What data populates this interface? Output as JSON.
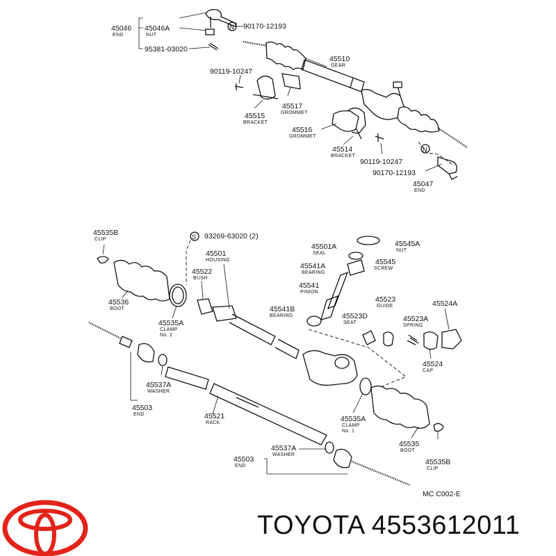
{
  "callouts": [
    {
      "id": "c1",
      "number": "45046",
      "desc": "END"
    },
    {
      "id": "c2",
      "number": "45046A",
      "desc": "NUT"
    },
    {
      "id": "c3",
      "number": "90170-12193",
      "desc": ""
    },
    {
      "id": "c4",
      "number": "95381-03020",
      "desc": ""
    },
    {
      "id": "c5",
      "number": "45510",
      "desc": "GEAR"
    },
    {
      "id": "c6",
      "number": "90119-10247",
      "desc": ""
    },
    {
      "id": "c7",
      "number": "45517",
      "desc": "GROMMET"
    },
    {
      "id": "c8",
      "number": "45515",
      "desc": "BRACKET"
    },
    {
      "id": "c9",
      "number": "45516",
      "desc": "GROMMET"
    },
    {
      "id": "c10",
      "number": "45514",
      "desc": "BRACKET"
    },
    {
      "id": "c11",
      "number": "90119-10247",
      "desc": ""
    },
    {
      "id": "c12",
      "number": "90170-12193",
      "desc": ""
    },
    {
      "id": "c13",
      "number": "45047",
      "desc": "END"
    },
    {
      "id": "c14",
      "number": "45535B",
      "desc": "CLIP"
    },
    {
      "id": "c15",
      "number": "93269-63020 (2)",
      "desc": ""
    },
    {
      "id": "c16",
      "number": "45501",
      "desc": "HOUSING"
    },
    {
      "id": "c17",
      "number": "45522",
      "desc": "BUSH"
    },
    {
      "id": "c18",
      "number": "45536",
      "desc": "BOOT"
    },
    {
      "id": "c19",
      "number": "45535A",
      "desc": "CLAMP",
      "desc2": "No. 2"
    },
    {
      "id": "c20",
      "number": "45501A",
      "desc": "SEAL"
    },
    {
      "id": "c21",
      "number": "45545A",
      "desc": "NUT"
    },
    {
      "id": "c22",
      "number": "45541A",
      "desc": "BEARING"
    },
    {
      "id": "c23",
      "number": "45545",
      "desc": "SCREW"
    },
    {
      "id": "c24",
      "number": "45541",
      "desc": "PINION"
    },
    {
      "id": "c25",
      "number": "45541B",
      "desc": "BEARING"
    },
    {
      "id": "c26",
      "number": "45523",
      "desc": "GUIDE"
    },
    {
      "id": "c27",
      "number": "45524A",
      "desc": ""
    },
    {
      "id": "c28",
      "number": "45523D",
      "desc": "SEAT"
    },
    {
      "id": "c29",
      "number": "45523A",
      "desc": "SPRING"
    },
    {
      "id": "c30",
      "number": "45524",
      "desc": "CAP"
    },
    {
      "id": "c31",
      "number": "45537A",
      "desc": "WASHER"
    },
    {
      "id": "c32",
      "number": "45503",
      "desc": "END"
    },
    {
      "id": "c33",
      "number": "45521",
      "desc": "RACK"
    },
    {
      "id": "c34",
      "number": "45535A",
      "desc": "CLAMP",
      "desc2": "No. 1"
    },
    {
      "id": "c35",
      "number": "45535",
      "desc": "BOOT"
    },
    {
      "id": "c36",
      "number": "45535B",
      "desc": "CLIP"
    },
    {
      "id": "c37",
      "number": "45537A",
      "desc": "WASHER"
    },
    {
      "id": "c38",
      "number": "45503",
      "desc": "END"
    }
  ],
  "markers": {
    "new_part": "N",
    "standard_part": "S"
  },
  "diagram_ref": "MC  C002-E",
  "brand": {
    "name": "TOYOTA",
    "part_number": "4553612011",
    "logo_color": "#e2231a"
  }
}
